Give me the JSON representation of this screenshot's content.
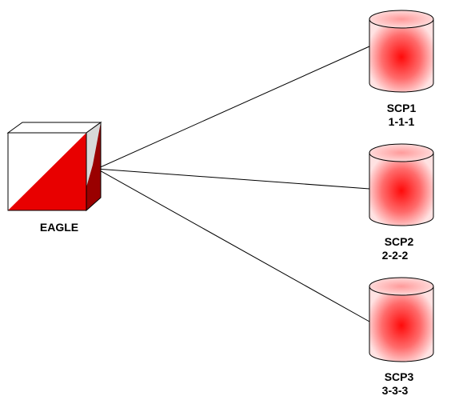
{
  "nodes": {
    "eagle": {
      "label": "EAGLE"
    },
    "scp1": {
      "name": "SCP1",
      "point_code": "1-1-1"
    },
    "scp2": {
      "name": "SCP2",
      "point_code": "2-2-2"
    },
    "scp3": {
      "name": "SCP3",
      "point_code": "3-3-3"
    }
  },
  "links": [
    {
      "from": "EAGLE",
      "to": "SCP1"
    },
    {
      "from": "EAGLE",
      "to": "SCP2"
    },
    {
      "from": "EAGLE",
      "to": "SCP3"
    }
  ],
  "colors": {
    "eagle_red": "#e80000",
    "eagle_dark_red": "#9a0000",
    "db_center": "#ff0a0a",
    "db_edge": "#ffd8d8",
    "line": "#000000"
  },
  "icons": {
    "eagle": "eagle-cube-icon",
    "scp": "database-cylinder-icon"
  }
}
